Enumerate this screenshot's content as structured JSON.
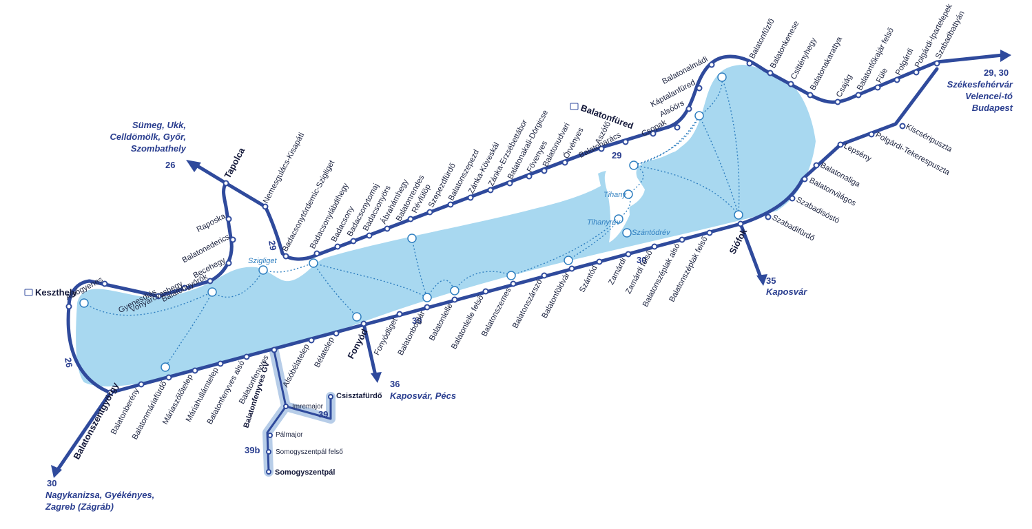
{
  "colors": {
    "lake": "#a8d8f0",
    "rail": "#2f4a9c",
    "rail_light": "#b7cde8",
    "ferry": "#2f7fc0",
    "stop_fill": "#ffffff",
    "text": "#1d2440",
    "destination": "#2a3e8f"
  },
  "lake": {
    "name": ""
  },
  "line_numbers": {
    "n26_north": "26",
    "n26_west": "26",
    "n29_north": "29",
    "n29_fured": "29",
    "n30_south": "30",
    "n30_zamardi": "30",
    "n39": "39",
    "n39b": "39b",
    "n35": "35",
    "n36": "36",
    "n30_sw": "30",
    "n2930": "29, 30"
  },
  "destinations": {
    "northwest": [
      "Sümeg, Ukk,",
      "Celldömölk, Győr,",
      "Szombathely"
    ],
    "east": [
      "Székesfehérvár",
      "Velencei-tó",
      "Budapest"
    ],
    "south_kaposvar": "Kaposvár",
    "south_pecs": "Kaposvár, Pécs",
    "southwest": [
      "Nagykanizsa, Gyékényes,",
      "Zagreb (Zágráb)"
    ]
  },
  "stations_major": {
    "keszthely": "Keszthely",
    "tapolca": "Tapolca",
    "balatonfured": "Balatonfüred",
    "siofok": "Siófok",
    "fonyod": "Fonyód",
    "balatonszentgyorgy": "Balatonszentgyörgy",
    "balatonfenyves_gv": "Balatonfenyves GV",
    "somogyszentpal": "Somogyszentpál",
    "csisztafurdo": "Csisztafürdő"
  },
  "stations_north": [
    "Alsógyenes",
    "Gyenesdiás",
    "Vonyarcvashegy",
    "Balatongyörök",
    "Becehegy",
    "Balatonederics",
    "Raposka",
    "Nemesgulács-Kisapáti",
    "Badacsonytördemic-Szigliget",
    "Badacsonylábdihegy",
    "Badacsony",
    "Badacsonytomaj",
    "Badacsonyörs",
    "Ábrahámhegy",
    "Balatonrendes",
    "Révfülöp",
    "Szepezdfürdő",
    "Balatonszepezd",
    "Zánka-Köveskál",
    "Zánka-Erzsébettábor",
    "Balatonakali-Dörgicse",
    "Fövenyes",
    "Balatonudvari",
    "Örvényes",
    "Aszófő",
    "Balatonarács",
    "Csopak",
    "Alsóörs",
    "Káptalanfüred",
    "Balatonalmádi",
    "Balatonfűzfő",
    "Balatonkenese",
    "Csittényhegy",
    "Balatonakarattya",
    "Csajág",
    "Balatonfőkajár felső",
    "Füle",
    "Polgárdi",
    "Polgárdi-Ipartelepek",
    "Szabadbattyán"
  ],
  "stations_south": [
    "Balatonberény",
    "Balatonmáriafürdő",
    "Máriaszőlőtelep",
    "Máriahullámtelep",
    "Balatonfenyves alsó",
    "Balatonfenyves",
    "Alsóbélatelep",
    "Bélatelep",
    "Fonyódliget",
    "Balatonboglár",
    "Balatonlelle",
    "Balatonlelle felső",
    "Balatonszemes",
    "Balatonszárszó",
    "Balatonföldvár",
    "Szántód",
    "Zamárdi",
    "Zamárdi felső",
    "Balatonszéplak alsó",
    "Balatonszéplak felső",
    "Szabadifürdő",
    "Szabadisóstó",
    "Balatonvilágos",
    "Balatonaliga",
    "Lepsény",
    "Polgárdi-Tekerespuszta",
    "Kiscséripuszta"
  ],
  "stations_narrow_gauge": [
    "Imremajor",
    "Pálmajor",
    "Somogyszentpál felső"
  ],
  "ferry_ports": {
    "szigliget": "Szigliget",
    "tihany": "Tihany",
    "tihanyrev": "Tihanyrév",
    "szantodrev": "Szántódrév"
  },
  "icons": [
    "train-station-icon",
    "ferry-anchor-icon",
    "arrow-head-icon"
  ]
}
